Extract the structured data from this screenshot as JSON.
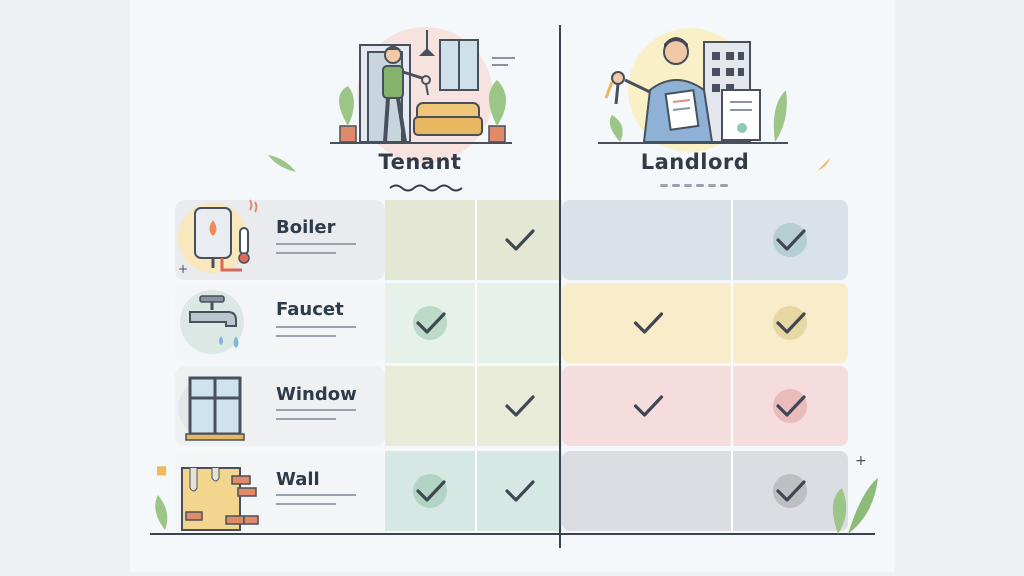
{
  "columns": [
    {
      "id": "tenant",
      "label": "Tenant"
    },
    {
      "id": "landlord",
      "label": "Landlord"
    }
  ],
  "rows": [
    {
      "id": "boiler",
      "label": "Boiler",
      "icon": "boiler-icon",
      "checks": [
        false,
        true,
        false,
        true
      ],
      "colors": {
        "tenant": "#e3e7d3",
        "landlord": "#d9e2e8",
        "left": "#e9ebee"
      }
    },
    {
      "id": "faucet",
      "label": "Faucet",
      "icon": "faucet-icon",
      "checks": [
        true,
        false,
        true,
        true
      ],
      "colors": {
        "tenant": "#e6f1ea",
        "landlord": "#f8ecca",
        "left": "#f3f5f7"
      }
    },
    {
      "id": "window",
      "label": "Window",
      "icon": "window-icon",
      "checks": [
        false,
        true,
        true,
        true
      ],
      "colors": {
        "tenant": "#e8ebd7",
        "landlord": "#f6dddd",
        "left": "#eef0f2"
      }
    },
    {
      "id": "wall",
      "label": "Wall",
      "icon": "wall-icon",
      "checks": [
        true,
        true,
        false,
        true
      ],
      "colors": {
        "tenant": "#d6e8e4",
        "landlord": "#dcdde2",
        "left": "#f3f5f7"
      }
    }
  ],
  "check_colors": {
    "boiler": [
      "#8a9378",
      "#8a9378",
      "#74a8a8",
      "#74a8a8"
    ],
    "faucet": [
      "#6fb08a",
      "#6fb08a",
      "#9b8a7a",
      "#c9b35a"
    ],
    "window": [
      "#9aa08c",
      "#9aa08c",
      "#d28a8a",
      "#d27a7a"
    ],
    "wall": [
      "#6fb08a",
      "#8ab0b0",
      "#888",
      "#888"
    ]
  }
}
